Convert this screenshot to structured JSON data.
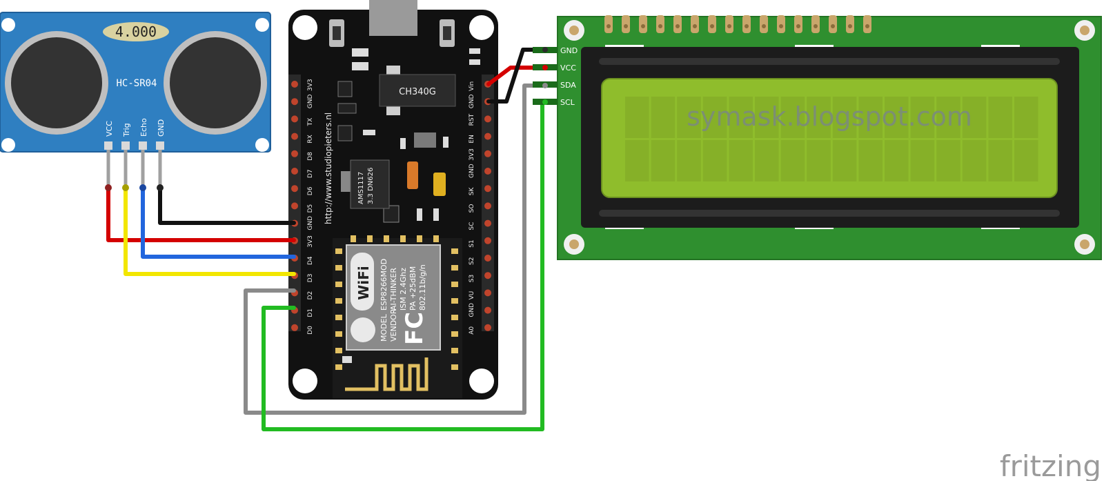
{
  "sensor": {
    "display": "4.000",
    "model": "HC-SR04",
    "pins": [
      "VCC",
      "Trig",
      "Echo",
      "GND"
    ]
  },
  "nodemcu": {
    "usb_chip": "CH340G",
    "regulator_line1": "AMS1117",
    "regulator_line2": "3.3 DN626",
    "url": "http://www.studiopieters.nl",
    "left_pins": [
      "3V3",
      "GND",
      "TX",
      "RX",
      "D8",
      "D7",
      "D6",
      "D5",
      "GND",
      "3V3",
      "D4",
      "D3",
      "D2",
      "D1",
      "D0"
    ],
    "right_pins": [
      "Vin",
      "GND",
      "RST",
      "EN",
      "3V3",
      "GND",
      "SK",
      "SO",
      "SC",
      "S1",
      "S2",
      "S3",
      "VU",
      "GND",
      "A0"
    ],
    "module": {
      "wifi_logo": "WiFi",
      "line1": "ESP8266MOD",
      "line2": "AI-THINKER",
      "line3": "ISM  2.4Ghz",
      "line4": "PA  +25dBM",
      "line5": "802.11b/g/n",
      "model_label": "MODEL",
      "vendor_label": "VENDOR",
      "fc_mark": "FC"
    }
  },
  "lcd": {
    "pins": [
      "GND",
      "VCC",
      "SDA",
      "SCL"
    ],
    "screen_text": "symask.blogspot.com",
    "columns": 16,
    "rows": 2
  },
  "watermark": "fritzing",
  "colors": {
    "sensor_board": "#2f7fc1",
    "nodemcu_board": "#111111",
    "lcd_board": "#2f8f2f",
    "lcd_screen": "#8fbd2c",
    "wire_red": "#d40000",
    "wire_yellow": "#f2e600",
    "wire_blue": "#2266dd",
    "wire_black": "#111111",
    "wire_gray": "#8a8a8a",
    "wire_green": "#22bb22"
  }
}
